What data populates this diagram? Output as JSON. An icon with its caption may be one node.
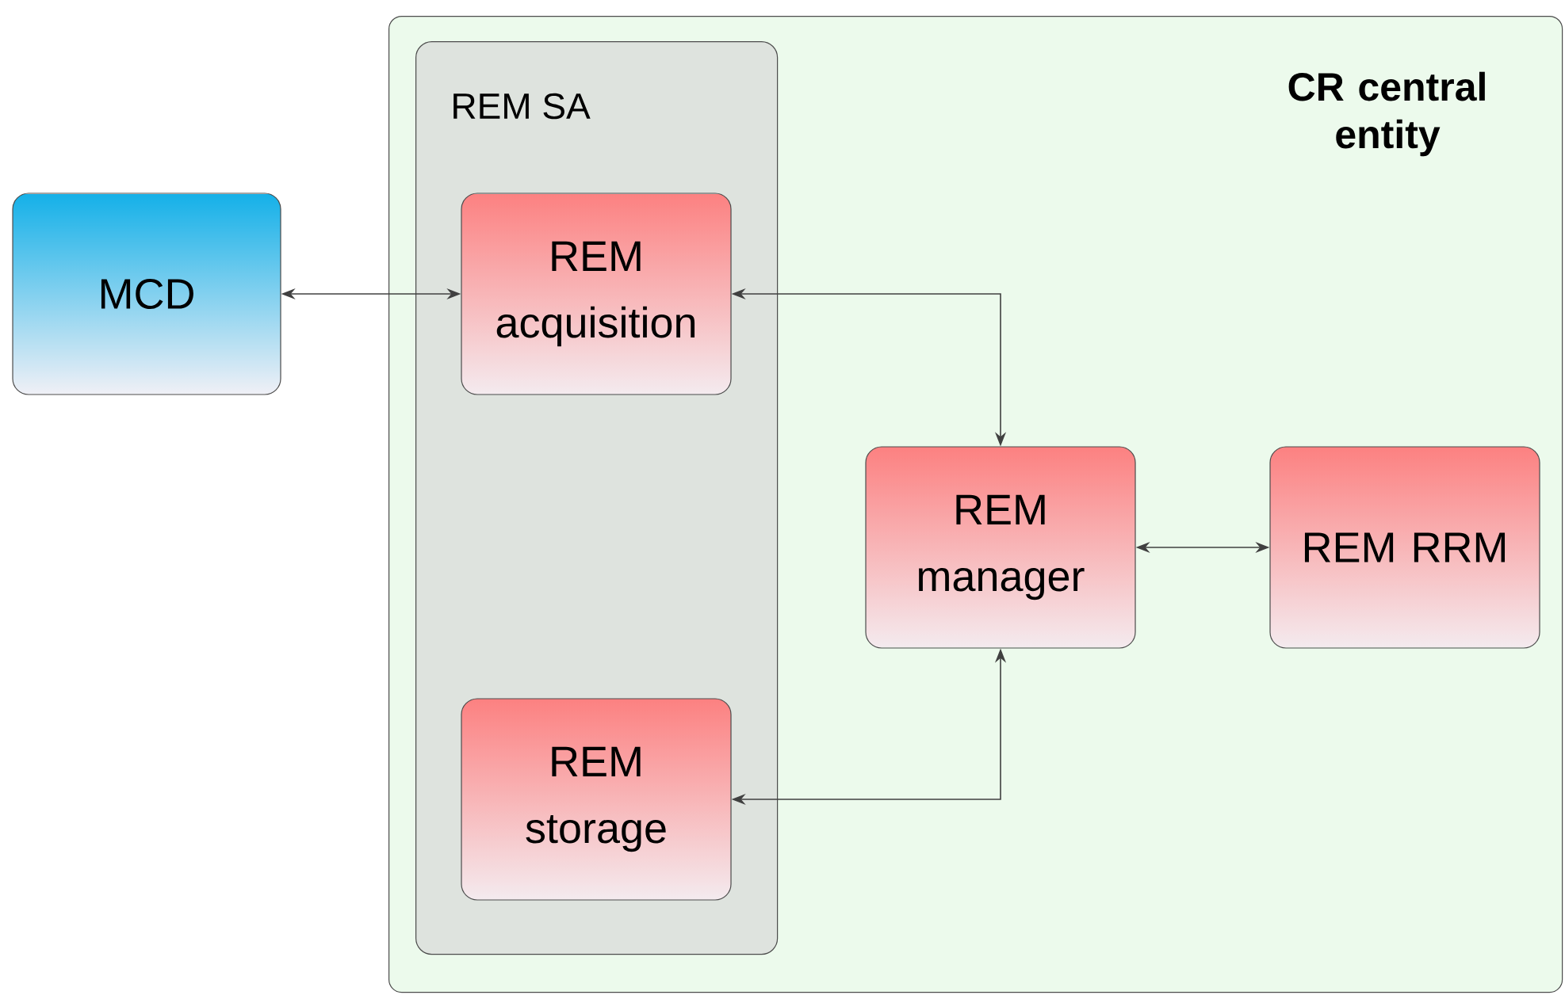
{
  "diagram": {
    "nodes": [
      {
        "text": [
          "CR central entity"
        ]
      },
      {
        "text": [
          "REM SA"
        ],
        "in": 0
      },
      {
        "text": [
          "MCD"
        ]
      },
      {
        "text": [
          "REM acquisition"
        ],
        "in": 1
      },
      {
        "text": [
          "REM storage"
        ],
        "in": 1
      },
      {
        "text": [
          "REM manager"
        ],
        "in": 0
      },
      {
        "text": [
          "REM RRM"
        ],
        "in": 0
      }
    ],
    "edges": [
      {
        "from": 2,
        "to": 3,
        "arrow": "both"
      },
      {
        "from": 3,
        "to": 5,
        "arrow": "both"
      },
      {
        "from": 4,
        "to": 5,
        "arrow": "both"
      },
      {
        "from": 5,
        "to": 6,
        "arrow": "both"
      }
    ]
  }
}
